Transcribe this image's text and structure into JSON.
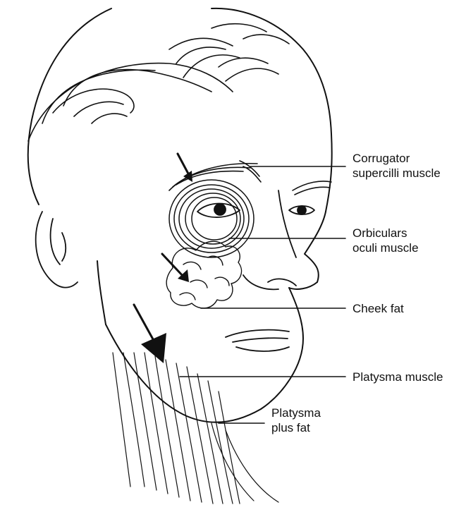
{
  "labels": {
    "corrugator": [
      "Corrugator",
      "supercilli muscle"
    ],
    "orbiculars": [
      "Orbiculars",
      "oculi muscle"
    ],
    "cheek_fat": [
      "Cheek fat"
    ],
    "platysma": [
      "Platysma muscle"
    ],
    "platysma_fat": [
      "Platysma",
      "plus fat"
    ]
  },
  "colors": {
    "ink": "#111111",
    "background": "#ffffff"
  }
}
